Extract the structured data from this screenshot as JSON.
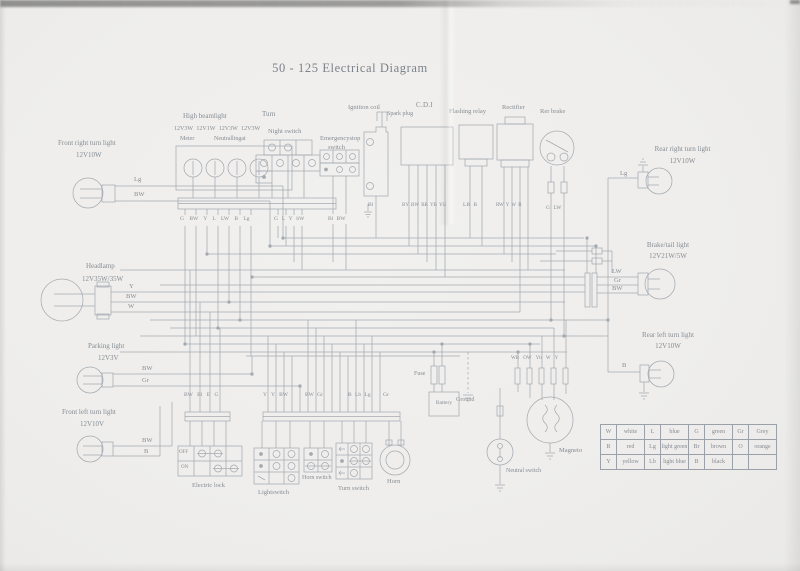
{
  "title": "50 - 125 Electrical Diagram",
  "colors": {
    "paper": "#efeeec",
    "ink": "#a2a8af",
    "text": "#868c93"
  },
  "top_components": {
    "high_beamlight": "High beamlight",
    "turn": "Turn",
    "meter_ratings": "12V3W 12V1W 12V3W 12V3W",
    "meter": "Meter",
    "neutral_light": "Neutrallingat",
    "night_switch": "Night switch",
    "emergency_line1": "Emergencystop",
    "emergency_line2": "switch",
    "ignition_coil": "Ignition coil",
    "spark_plug": "Spark plug",
    "cdi": "C.D.I",
    "flashing_relay": "Flashing relay",
    "rectifier": "Rectifier",
    "rear_brake": "Rer brake"
  },
  "left_lamps": {
    "front_right_turn": {
      "name": "Front right turn light",
      "rating": "12V10W",
      "w1": "Lg",
      "w2": "BW"
    },
    "headlamp": {
      "name": "Headlamp",
      "rating": "12V35W/35W",
      "w1": "Y",
      "w2": "BW",
      "w3": "W"
    },
    "parking": {
      "name": "Parking light",
      "rating": "12V3V",
      "w1": "BW",
      "w2": "Gr"
    },
    "front_left_turn": {
      "name": "Front left turn light",
      "rating": "12V10V",
      "w1": "BW",
      "w2": "B"
    }
  },
  "right_lamps": {
    "rear_right_turn": {
      "name": "Rear right turn light",
      "rating": "12V10W",
      "w1": "Lg"
    },
    "brake_tail": {
      "name": "Brake/tail light",
      "rating": "12V21W/5W",
      "w1": "LW",
      "w2": "Gr",
      "w3": "BW"
    },
    "rear_left_turn": {
      "name": "Rear left turn light",
      "rating": "12V10W",
      "w1": "B"
    }
  },
  "bottom_components": {
    "electric_lock": "Electric lock",
    "off": "OFF",
    "on": "ON",
    "lightswitch": "Lightswitch",
    "horn_switch": "Horn switch",
    "turn_switch": "Turn switch",
    "horn": "Horn",
    "fuse": "Fuse",
    "battery": "Battery",
    "ground": "Ground",
    "magneto": "Magneto",
    "neutral_switch": "Neutral switch"
  },
  "wire_codes": {
    "meter_row": "G BW Y L LW B Lg",
    "night_row": "G L Y bW",
    "emergency_row": "Bl BW",
    "ignition_pin": "Bl",
    "cdi_pins": "BY BW BR YB YG",
    "relay_pins": "LB B",
    "rectifier_pins": "RW Y W R",
    "rear_brake_pins": "G LW",
    "magneto_pins": "WB OW Yb W Y",
    "lock_row": "BW Bl E G",
    "lightswitch_row": "Y Y BW",
    "mid_row": "BW Gr",
    "turn_row": "B Lb Lg",
    "gr_row": "Gr"
  },
  "legend": {
    "rows": [
      [
        "W",
        "white",
        "L",
        "blue",
        "G",
        "green",
        "Gr",
        "Grey"
      ],
      [
        "R",
        "red",
        "Lg",
        "light green",
        "Br",
        "brown",
        "O",
        "orange"
      ],
      [
        "Y",
        "yellow",
        "Lb",
        "light blue",
        "B",
        "black",
        "",
        ""
      ]
    ]
  }
}
